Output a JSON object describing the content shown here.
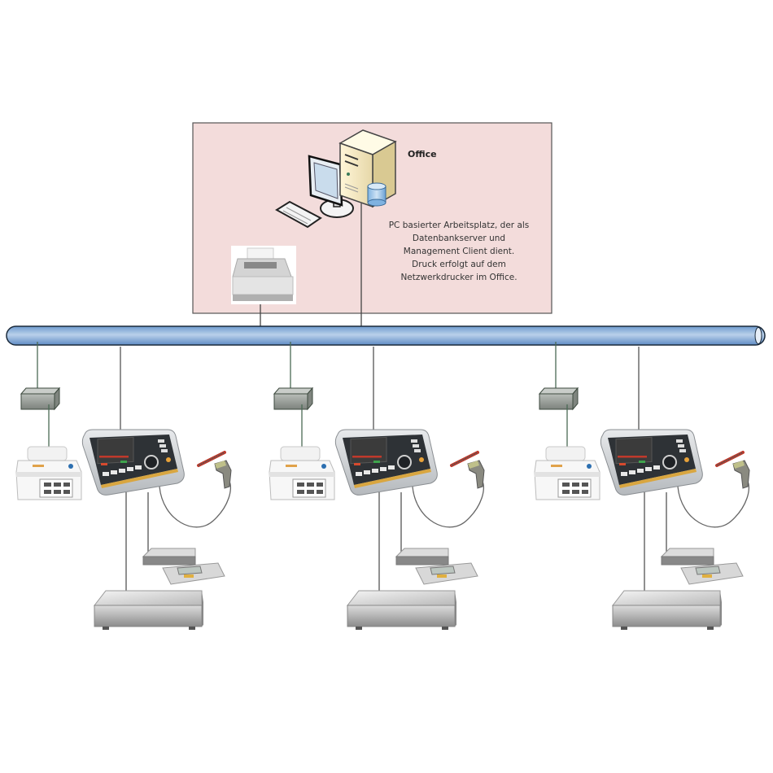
{
  "office": {
    "title": "Office",
    "description_lines": [
      "PC basierter Arbeitsplatz, der als",
      "Datenbankserver und",
      "Management Client dient.",
      "Druck erfolgt auf dem",
      "Netzwerkdrucker im Office."
    ],
    "background_color": "#f3dcdb",
    "components": [
      "pc-workstation",
      "database-server",
      "keyboard",
      "network-printer"
    ]
  },
  "network": {
    "name": "ethernet-bus",
    "color": "#8fb3d9"
  },
  "stations": [
    {
      "name": "station-1",
      "devices": [
        "network-adapter",
        "label-printer",
        "weighing-terminal",
        "barcode-scanner",
        "compact-scale",
        "floor-scale"
      ]
    },
    {
      "name": "station-2",
      "devices": [
        "network-adapter",
        "label-printer",
        "weighing-terminal",
        "barcode-scanner",
        "compact-scale",
        "floor-scale"
      ]
    },
    {
      "name": "station-3",
      "devices": [
        "network-adapter",
        "label-printer",
        "weighing-terminal",
        "barcode-scanner",
        "compact-scale",
        "floor-scale"
      ]
    }
  ]
}
